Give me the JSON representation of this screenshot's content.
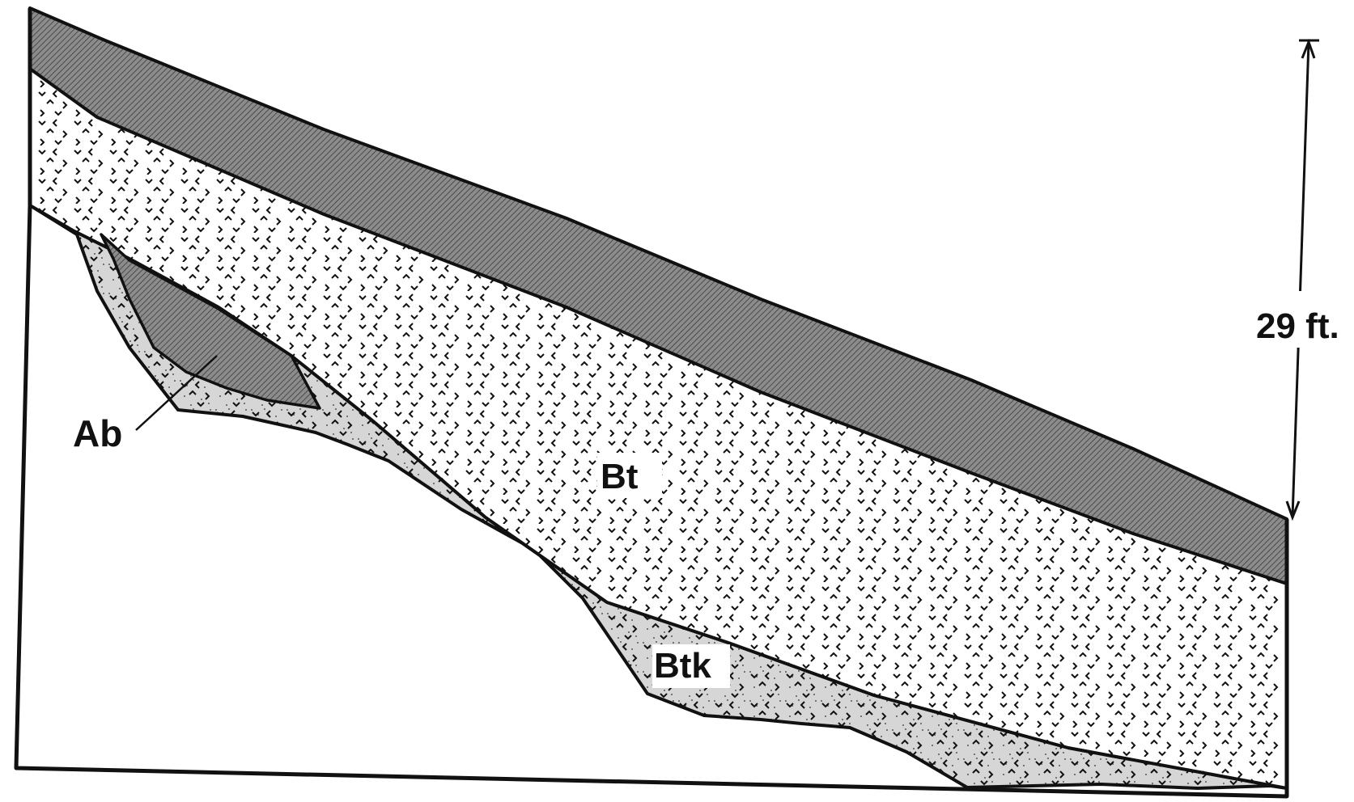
{
  "labels": {
    "thickness": "29 ft.",
    "a_horizon_buried": "Ab",
    "bt_horizon": "Bt",
    "btk_horizon": "Btk"
  },
  "colors": {
    "ink": "#111111",
    "hatch_fill": "#8c8c8c",
    "stipple_fill": "#d6d6d6",
    "background": "#ffffff"
  }
}
